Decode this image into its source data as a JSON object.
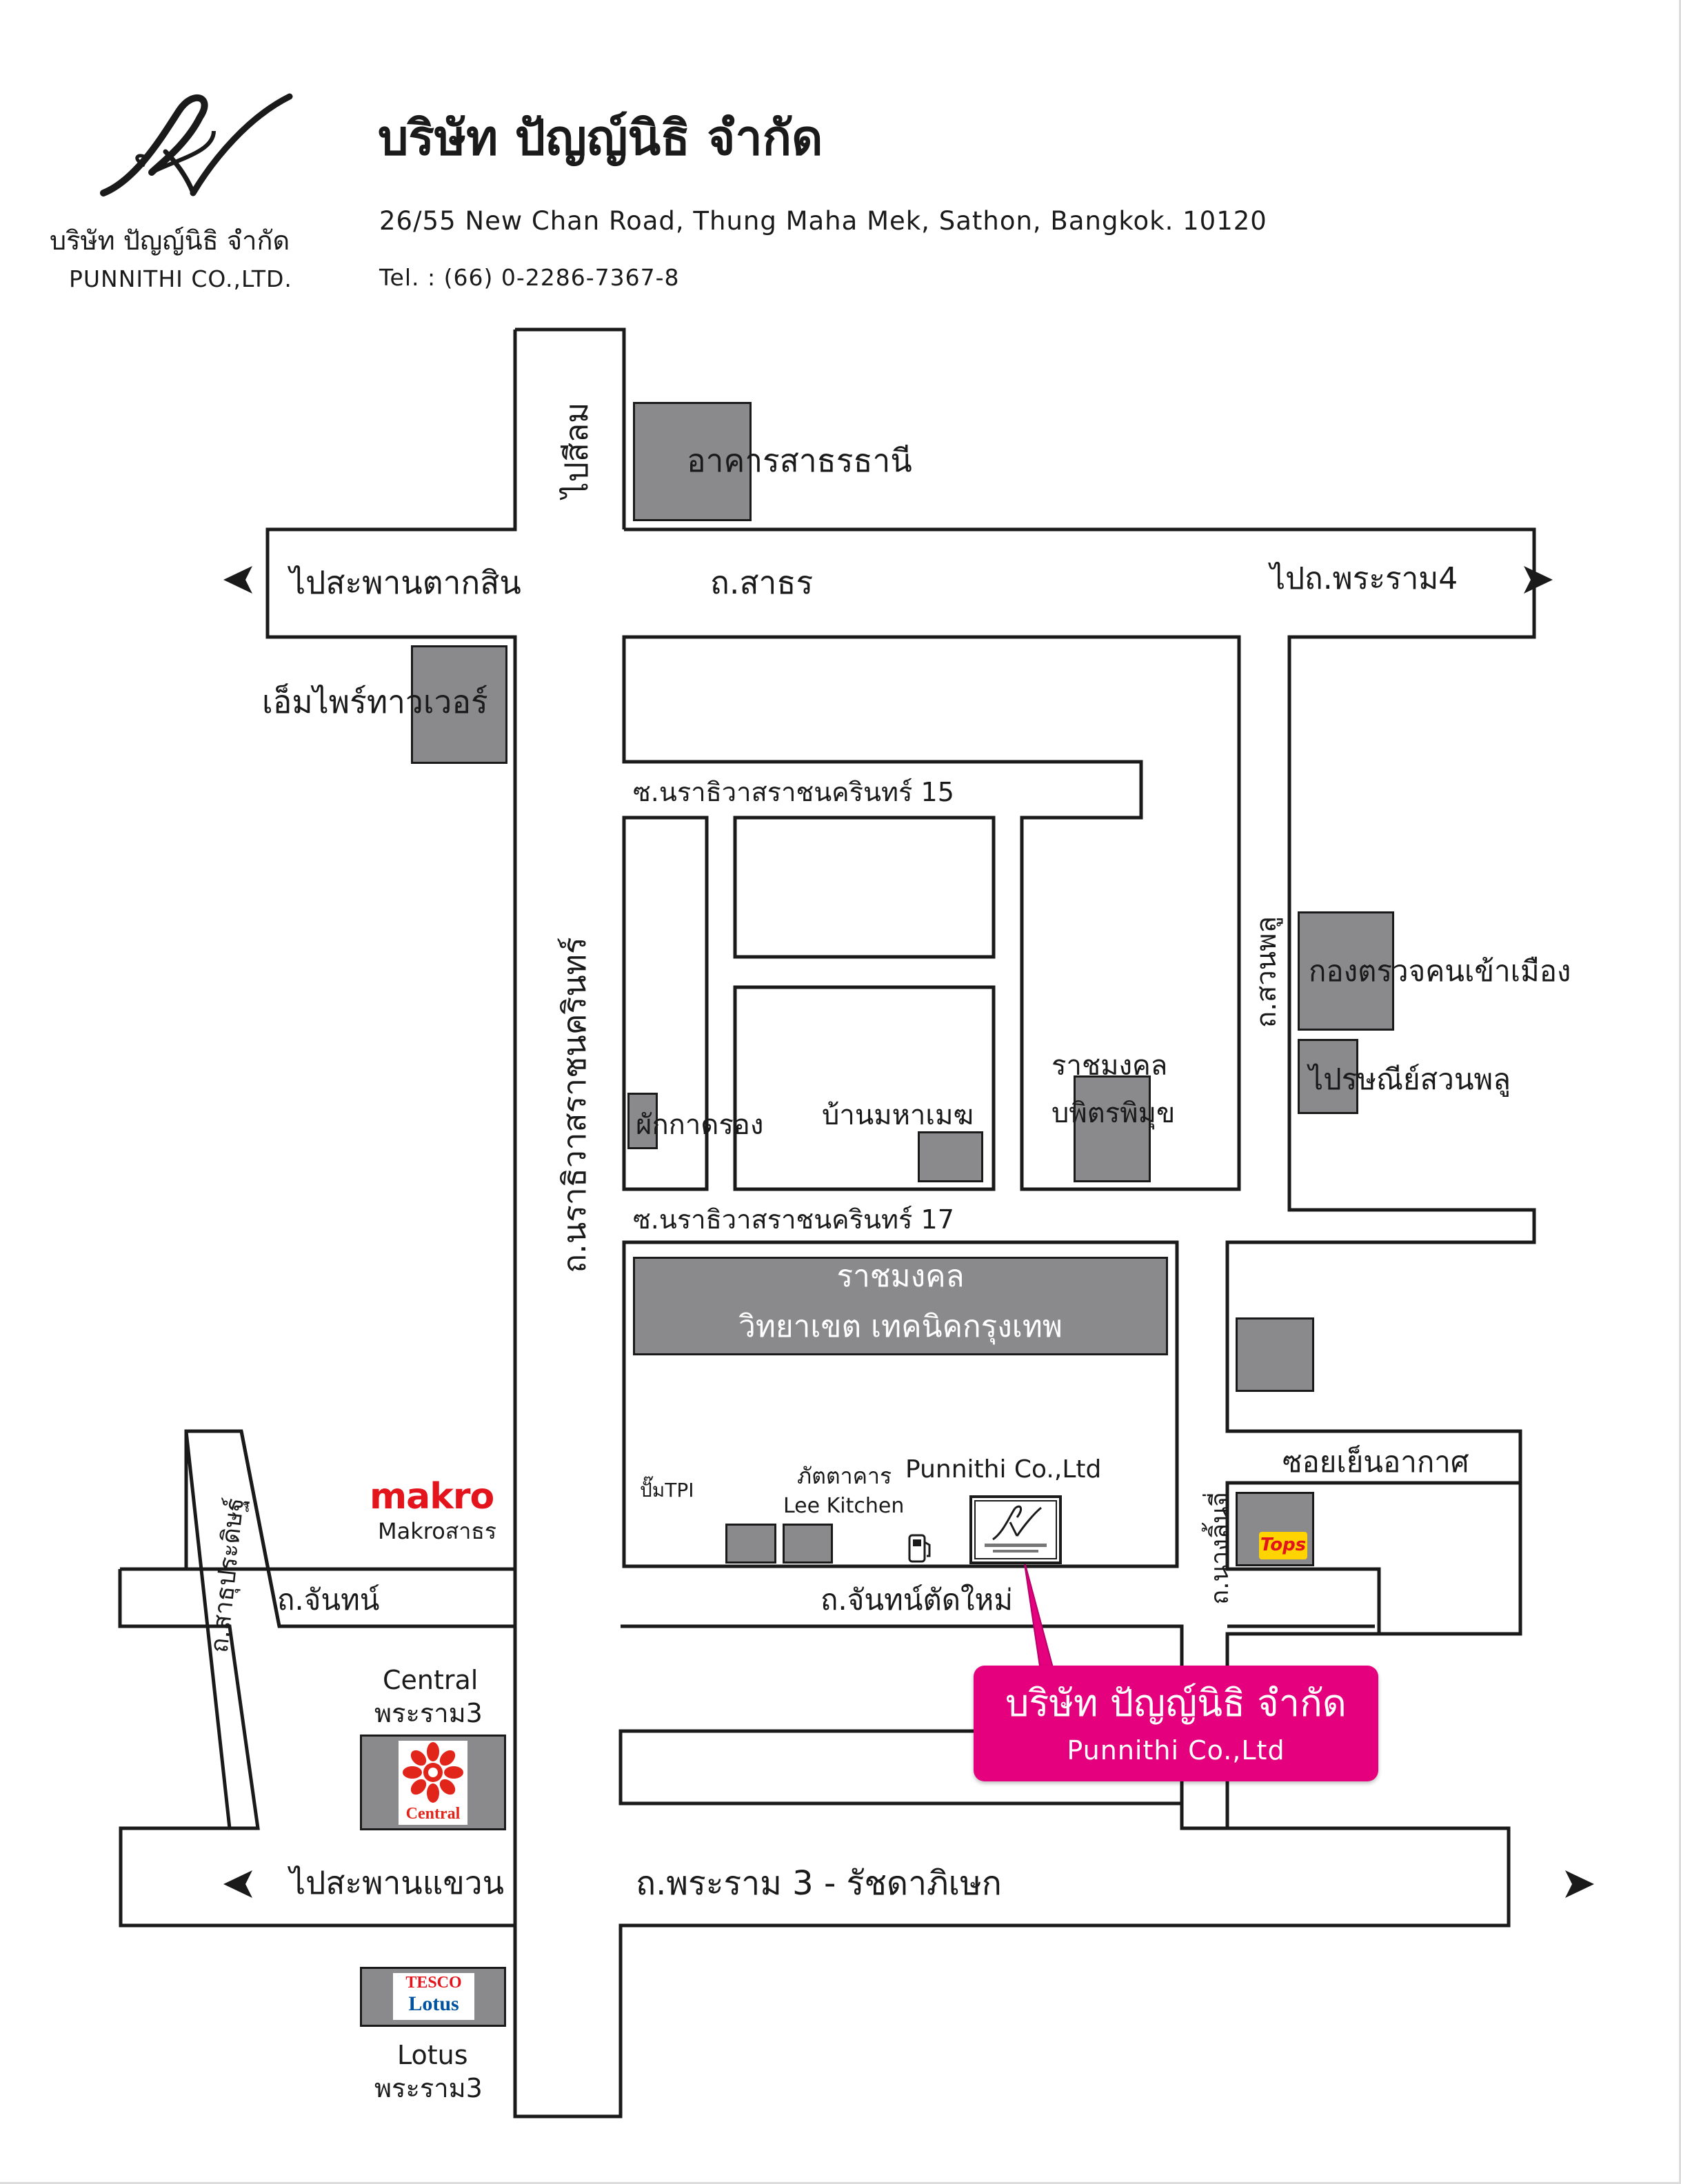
{
  "header": {
    "title": "บริษัท ปัญญ์นิธิ จำกัด",
    "address": "26/55 New Chan Road, Thung Maha Mek, Sathon, Bangkok. 10120",
    "tel": "Tel. : (66) 0-2286-7367-8",
    "logo_name_th": "บริษัท ปัญญ์นิธิ จำกัด",
    "logo_name_en": "PUNNITHI CO.,LTD."
  },
  "roads": {
    "to_silom": "ไปสีลม",
    "to_taksin": "ไปสะพานตากสิน",
    "sathorn": "ถ.สาธร",
    "to_rama4": "ไปถ.พระราม4",
    "soi15": "ซ.นราธิวาสราชนครินทร์ 15",
    "soi17": "ซ.นราธิวาสราชนครินทร์ 17",
    "narathiwas": "ถ.นราธิวาสราชนครินทร์",
    "suanplu": "ถ.สวนพลู",
    "sathupradit": "ถ.สาธุประดิษฐ์",
    "chan": "ถ.จันทน์",
    "new_chan": "ถ.จันทน์ตัดใหม่",
    "nanglinchi": "ถ.นางลิ้นจี่",
    "soi_yen_akat": "ซอยเย็นอากาศ",
    "to_saphan_khwaeng": "ไปสะพานแขวน",
    "rama3": "ถ.พระราม 3 - รัชดาภิเษก"
  },
  "places": {
    "sathorn_thani": "อาคารสาธรธานี",
    "empire_tower": "เอ็มไพร์ทาวเวอร์",
    "phakkad_krong": "ผักกาดรอง",
    "ban_mahamek": "บ้านมหาเมฆ",
    "rajamangala_top1": "ราชมงคล",
    "rajamangala_top2": "บพิตรพิมุข",
    "immigration": "กองตรวจคนเข้าเมือง",
    "post_office": "ไปรษณีย์สวนพลู",
    "rmutk_line1": "ราชมงคล",
    "rmutk_line2": "วิทยาเขต เทคนิคกรุงเทพ",
    "tpi_pump": "ปั๊มTPI",
    "restaurant_th": "ภัตตาคาร",
    "restaurant_en": "Lee Kitchen",
    "company_label": "Punnithi Co.,Ltd",
    "makro_logo": "makro",
    "makro_label": "Makroสาธร",
    "central_line1": "Central",
    "central_line2": "พระราม3",
    "central_logo": "Central",
    "tops_logo": "Tops",
    "tesco_line1": "TESCO",
    "tesco_line2": "Lotus",
    "lotus_line1": "Lotus",
    "lotus_line2": "พระราม3"
  },
  "callout": {
    "line1": "บริษัท ปัญญ์นิธิ จำกัด",
    "line2": "Punnithi Co.,Ltd"
  },
  "colors": {
    "callout_pink": "#e5007e",
    "building_gray": "#8a8a8c",
    "road_stroke": "#1a1a1a",
    "makro_red": "#e3141b",
    "tops_yellow": "#ffd400",
    "central_red": "#e1251b"
  },
  "icons": {
    "arrow_left": "arrow-left-icon",
    "arrow_right": "arrow-right-icon",
    "fuel_pump": "fuel-pump-icon"
  }
}
